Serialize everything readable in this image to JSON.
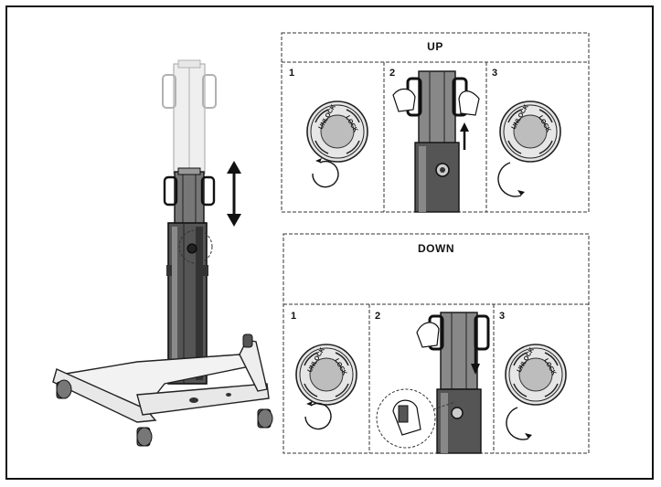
{
  "panels": {
    "up": {
      "title": "UP",
      "steps": [
        "1",
        "2",
        "3"
      ]
    },
    "down": {
      "title": "DOWN",
      "steps": [
        "1",
        "2",
        "3"
      ]
    }
  },
  "knob": {
    "unlock_label": "UNLOCK",
    "lock_label": "LOCK"
  }
}
